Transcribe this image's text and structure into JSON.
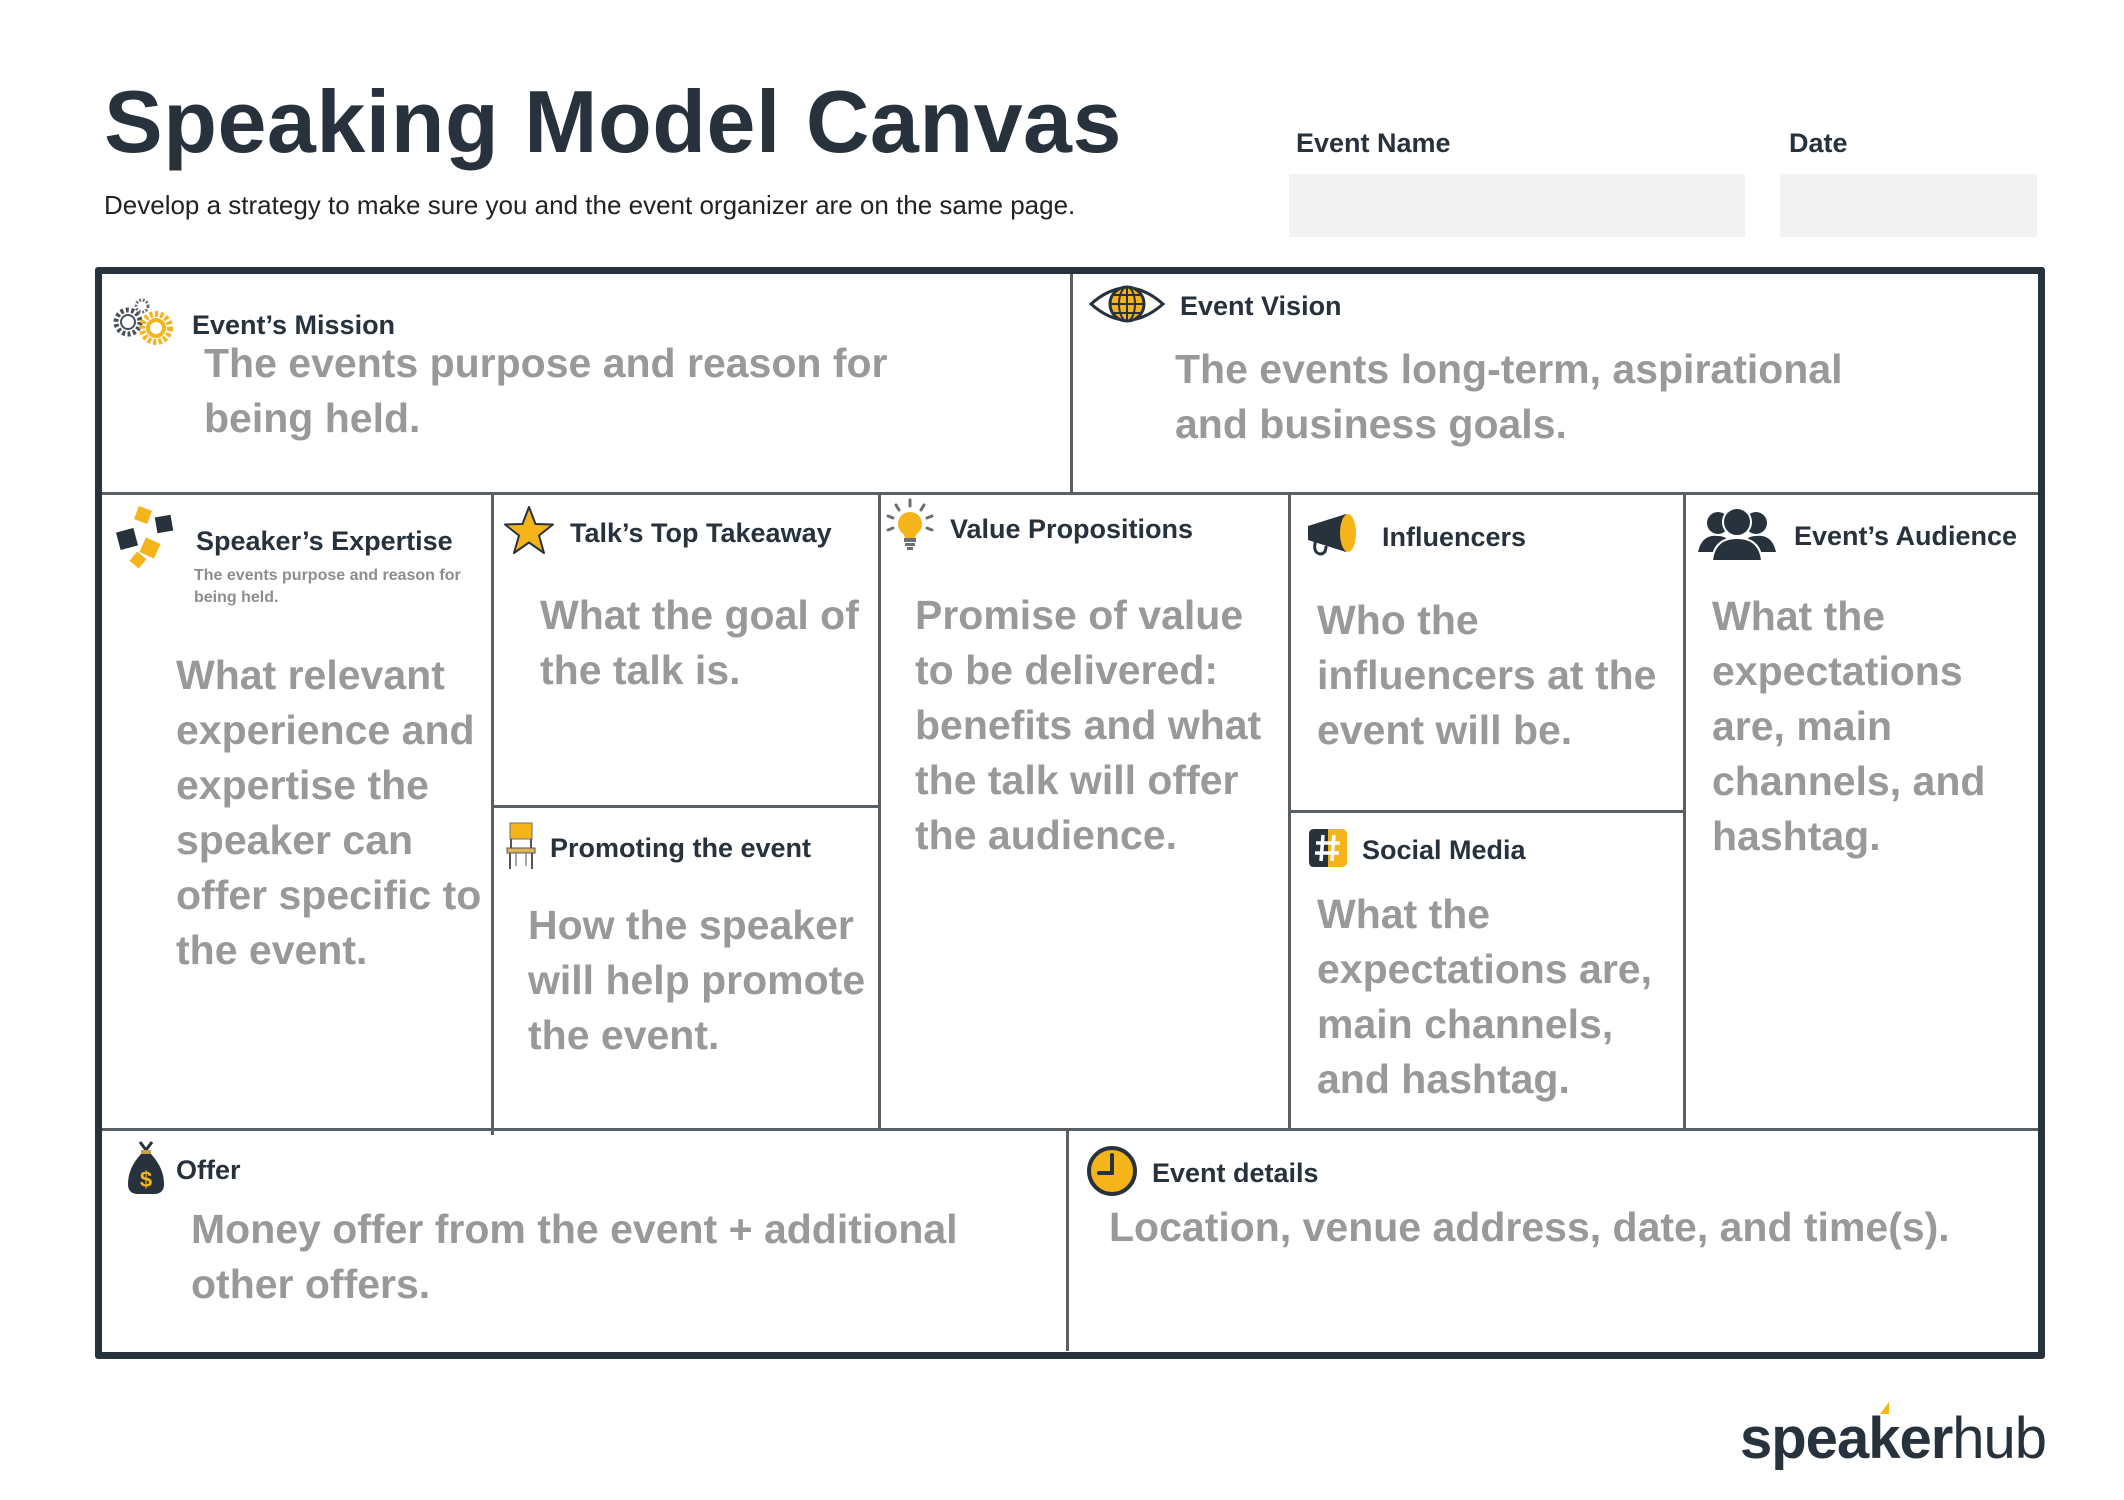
{
  "header": {
    "title": "Speaking Model Canvas",
    "subtitle": "Develop a strategy to make sure you and the event organizer are on the same page.",
    "event_name_label": "Event Name",
    "event_name_value": "",
    "date_label": "Date",
    "date_value": ""
  },
  "blocks": {
    "mission": {
      "title": "Event’s Mission",
      "body": "The events purpose and reason for being held.",
      "icon": "gears-icon"
    },
    "vision": {
      "title": "Event Vision",
      "body": "The events long-term, aspirational and business goals.",
      "icon": "eye-globe-icon"
    },
    "expertise": {
      "title": "Speaker’s Expertise",
      "note": "The events purpose and reason for being held.",
      "body": "What relevant experience and expertise the speaker can offer specific to the event.",
      "icon": "puzzle-icon"
    },
    "takeaway": {
      "title": "Talk’s Top Takeaway",
      "body": "What the goal of the talk is.",
      "icon": "star-icon"
    },
    "promoting": {
      "title": "Promoting the event",
      "body": "How the speaker will help promote the event.",
      "icon": "chair-icon"
    },
    "value": {
      "title": "Value Propositions",
      "body": "Promise of value to be delivered: benefits and what the talk will offer the audience.",
      "icon": "lightbulb-icon"
    },
    "influencers": {
      "title": "Influencers",
      "body": "Who the influencers at the event will be.",
      "icon": "megaphone-icon"
    },
    "social": {
      "title": "Social Media",
      "body": "What the expectations are, main channels, and hashtag.",
      "icon": "hashtag-icon"
    },
    "audience": {
      "title": "Event’s Audience",
      "body": "What the expectations are, main channels, and hashtag.",
      "icon": "people-icon"
    },
    "offer": {
      "title": "Offer",
      "body": "Money offer from the event + additional other offers.",
      "icon": "money-bag-icon"
    },
    "details": {
      "title": "Event details",
      "body": "Location, venue address, date, and time(s).",
      "icon": "clock-icon"
    }
  },
  "footer": {
    "logo_bold": "spea",
    "logo_k": "k",
    "logo_er": "er",
    "logo_light": "hub"
  },
  "colors": {
    "ink": "#27323d",
    "body_gray": "#999999",
    "accent_yellow": "#f5b41a",
    "field_bg": "#f2f2f2",
    "rule": "#5a5f63"
  }
}
